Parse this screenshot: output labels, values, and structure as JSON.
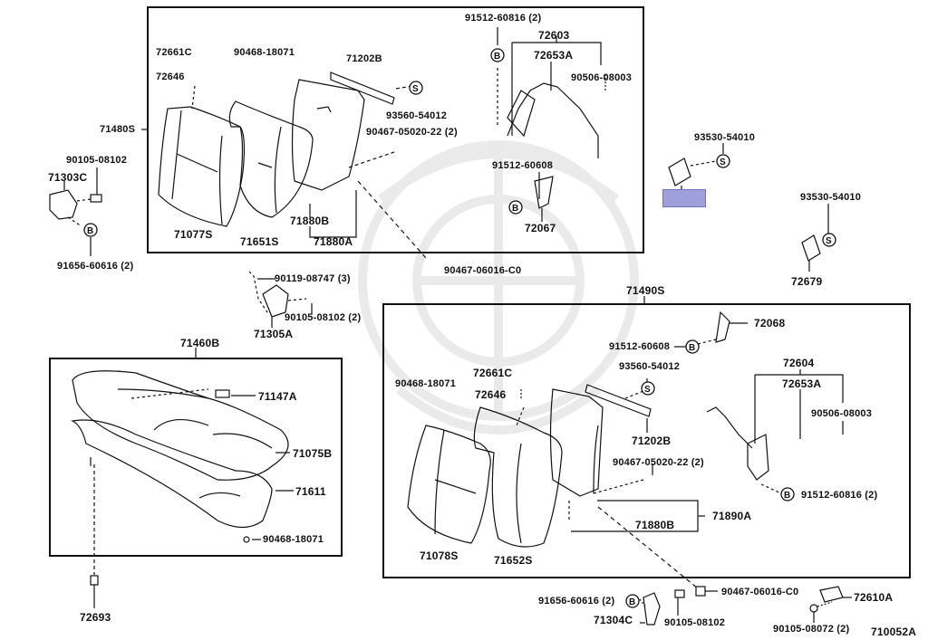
{
  "diagram": {
    "type": "exploded-parts-diagram",
    "diagram_id": "710052A",
    "highlight_color": "#9f9fdb",
    "assemblies": {
      "front_seatback_assy": {
        "ref": "71480S",
        "parts": {
          "p72661C": "72661C",
          "p72646": "72646",
          "p90468": "90468-18071",
          "p71202B": "71202B",
          "p93560": "93560-54012",
          "p90467a": "90467-05020-22 (2)",
          "p71077S": "71077S",
          "p71651S": "71651S",
          "p71880B": "71880B",
          "p71880A": "71880A",
          "p91512a": "91512-60816 (2)",
          "p72603": "72603",
          "p72653A": "72653A",
          "p90506": "90506-08003",
          "p91512b": "91512-60608",
          "p72067": "72067"
        }
      },
      "left_hinge": {
        "p90105a": "90105-08102",
        "p71303C": "71303C",
        "p91656a": "91656-60616 (2)"
      },
      "center_parts": {
        "p90467c": "90467-06016-C0",
        "p90119": "90119-08747 (3)",
        "p90105b": "90105-08102 (2)",
        "p71305A": "71305A"
      },
      "right_loose": {
        "p93530a": "93530-54010",
        "p93530b": "93530-54010",
        "p72679": "72679"
      },
      "seat_cushion_assy": {
        "ref": "71460B",
        "parts": {
          "p71147A": "71147A",
          "p71075B": "71075B",
          "p71611": "71611",
          "p90468b": "90468-18071",
          "p72693": "72693"
        }
      },
      "rear_seatback_assy": {
        "ref": "71490S",
        "parts": {
          "p72068": "72068",
          "p91512c": "91512-60608",
          "p93560b": "93560-54012",
          "p90468c": "90468-18071",
          "p72661Cb": "72661C",
          "p72646b": "72646",
          "p71202Bb": "71202B",
          "p72604": "72604",
          "p72653Ab": "72653A",
          "p90506b": "90506-08003",
          "p90467b": "90467-05020-22 (2)",
          "p91512d": "91512-60816 (2)",
          "p71890A": "71890A",
          "p71880Bb": "71880B",
          "p71078S": "71078S",
          "p71652S": "71652S"
        }
      },
      "bottom_parts": {
        "p90467d": "90467-06016-C0",
        "p91656b": "91656-60616 (2)",
        "p71304C": "71304C",
        "p90105c": "90105-08102",
        "p72610A": "72610A",
        "p90105d": "90105-08072 (2)"
      }
    },
    "symbols": {
      "bolt": "B",
      "screw": "S"
    }
  }
}
